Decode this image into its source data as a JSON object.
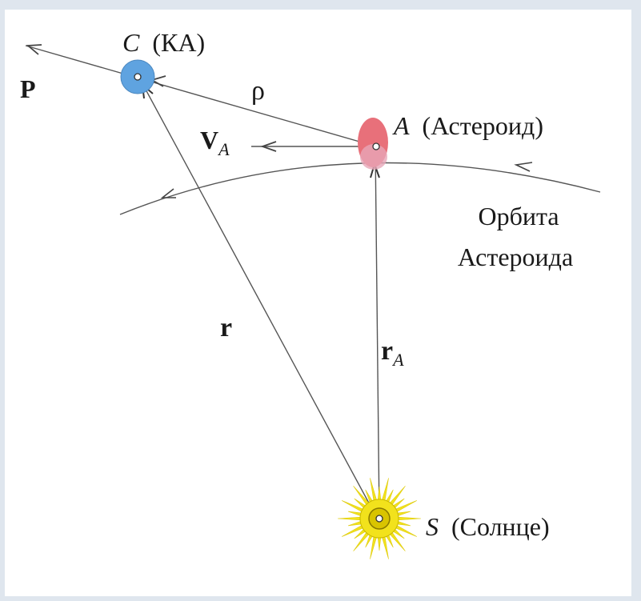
{
  "labels": {
    "spacecraft_letter": "C",
    "spacecraft_name": "(КА)",
    "force": "P",
    "rho": "ρ",
    "velocity": "V",
    "velocity_sub": "A",
    "asteroid_letter": "A",
    "asteroid_name": "(Астероид)",
    "orbit_line1": "Орбита",
    "orbit_line2": "Астероида",
    "r": "r",
    "r_asteroid": "r",
    "r_asteroid_sub": "A",
    "sun_letter": "S",
    "sun_name": "(Солнце)"
  },
  "colors": {
    "spacecraft": "#5fa3e0",
    "asteroid": "#e8707a",
    "sun": "#f2e21c",
    "sun_core": "#d9c400",
    "lines": "#4a4a4a",
    "background_frame": "#dfe6ee"
  }
}
